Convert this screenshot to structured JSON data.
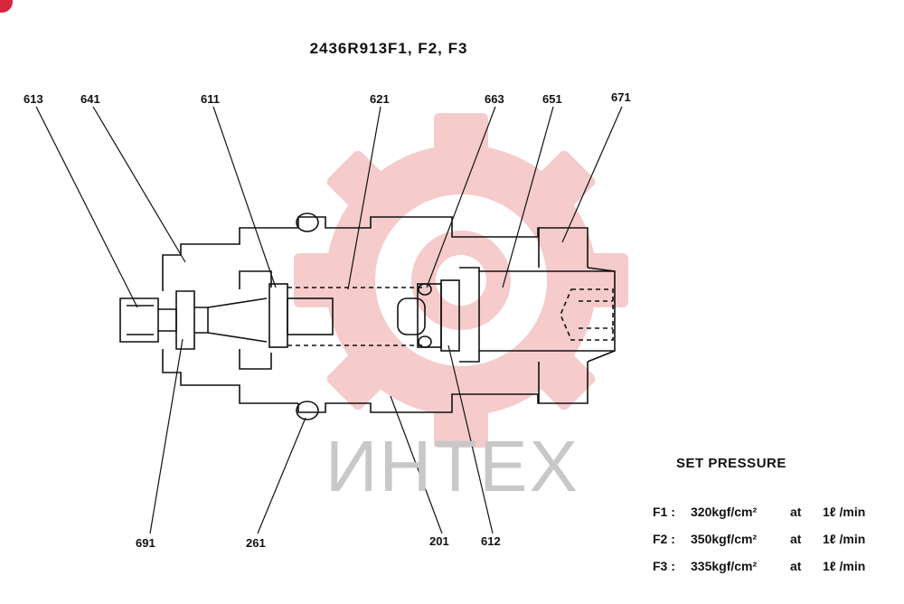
{
  "title": "2436R913F1, F2, F3",
  "watermark": {
    "text": "ИНТЕХ",
    "color": "#f5c2c2"
  },
  "callouts": {
    "c613": "613",
    "c641": "641",
    "c611": "611",
    "c621": "621",
    "c663": "663",
    "c651": "651",
    "c671": "671",
    "c691": "691",
    "c261": "261",
    "c201": "201",
    "c612": "612"
  },
  "pressure": {
    "heading": "SET PRESSURE",
    "rows": [
      {
        "name": "F1 :",
        "value": "320kgf/cm²",
        "at": "at",
        "flow": "1ℓ /min"
      },
      {
        "name": "F2 :",
        "value": "350kgf/cm²",
        "at": "at",
        "flow": "1ℓ /min"
      },
      {
        "name": "F3 :",
        "value": "335kgf/cm²",
        "at": "at",
        "flow": "1ℓ /min"
      }
    ]
  },
  "colors": {
    "line": "#111111",
    "badge": "#d7263d",
    "watermark": "#f5c2c2"
  }
}
